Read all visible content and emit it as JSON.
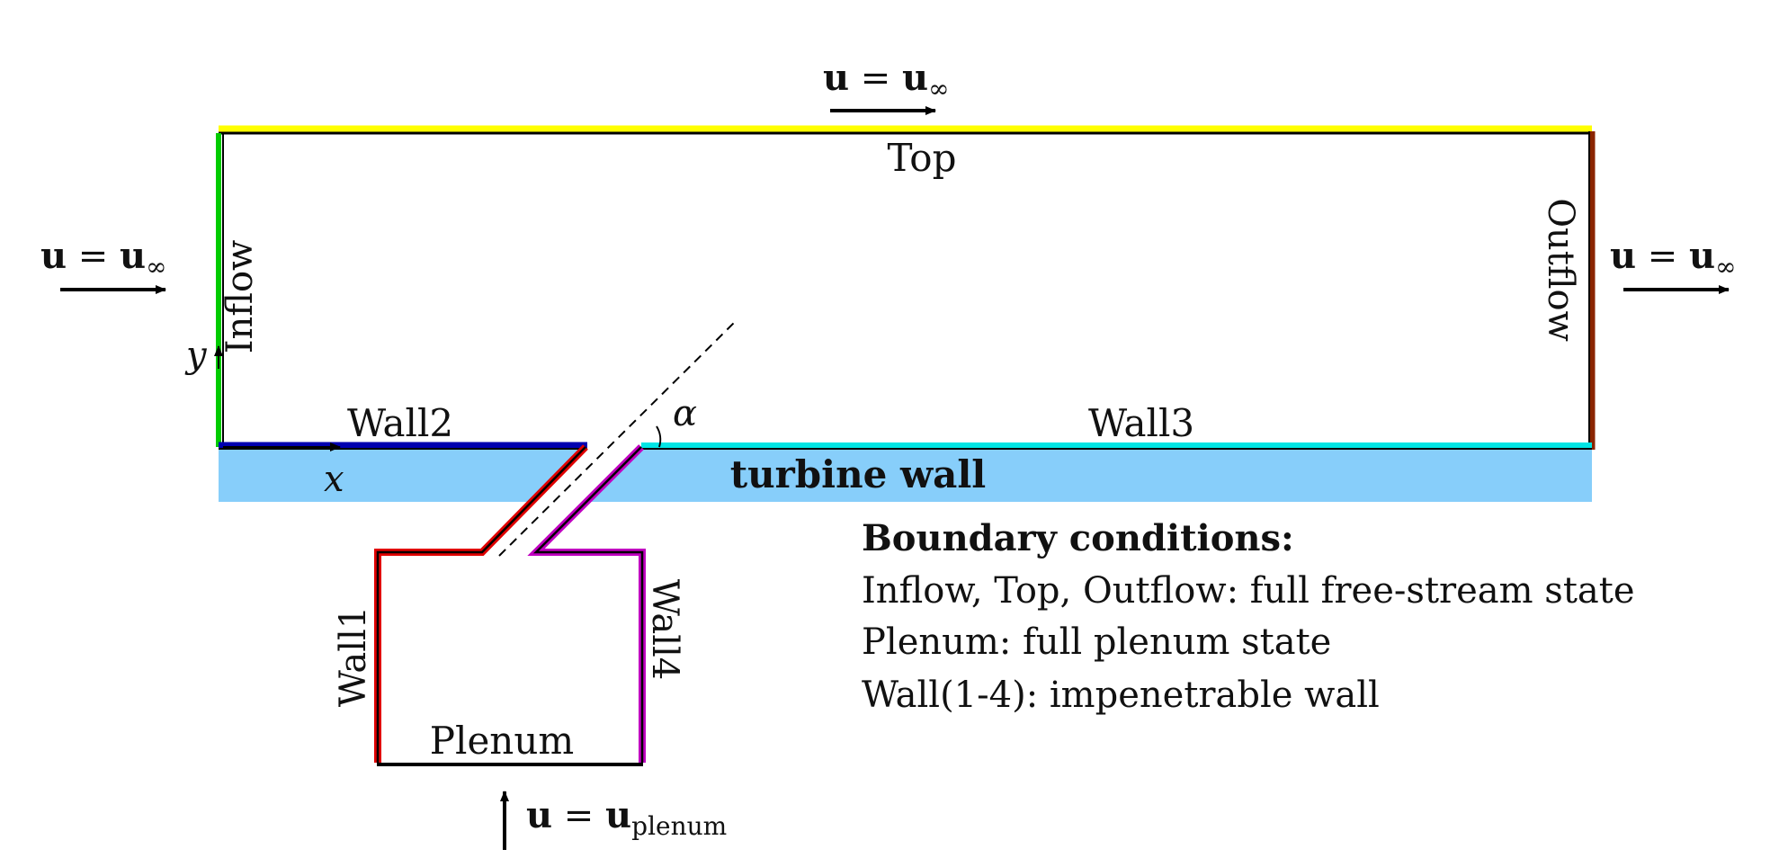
{
  "labels": {
    "top": "Top",
    "inflow": "Inflow",
    "outflow": "Outflow",
    "wall1": "Wall1",
    "wall2": "Wall2",
    "wall3": "Wall3",
    "wall4": "Wall4",
    "plenum": "Plenum",
    "turbine_wall": "turbine wall",
    "axis_x": "x",
    "axis_y": "y",
    "angle": "α"
  },
  "velocity": {
    "u": "u",
    "equals": " = ",
    "free_stream_subscript": "∞",
    "plenum_subscript": "plenum"
  },
  "boundary_conditions": {
    "heading": "Boundary conditions:",
    "lines": [
      "Inflow, Top, Outflow: full free-stream state",
      "Plenum: full plenum state",
      "Wall(1-4): impenetrable wall"
    ]
  },
  "colors": {
    "top": "#ffff00",
    "inflow": "#00cc00",
    "outflow": "#8b2500",
    "wall1": "#e00000",
    "wall2": "#0000b0",
    "wall3": "#00e5e5",
    "wall4": "#c000c0",
    "turbine_wall_fill": "#87cefa",
    "outline": "#000000"
  }
}
